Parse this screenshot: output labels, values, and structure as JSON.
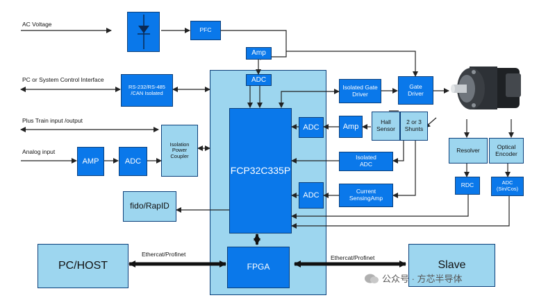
{
  "inputs": {
    "ac_voltage": "AC Voltage",
    "pc_interface": "PC or System Control Interface",
    "plus_train": "Plus Train input /output",
    "analog_input": "Analog input"
  },
  "blocks": {
    "rectifier": "",
    "pfc": "PFC",
    "amp_top": "Amp",
    "adc_top": "ADC",
    "rs232": "RS-232/RS-485 /CAN Isolated",
    "isolated_gate_driver": "Isolated Gate Driver",
    "gate_driver": "Gate Driver",
    "hall_sensor": "Hall Sensor",
    "shunts": "2 or 3 Shunts",
    "adc_left": "ADC",
    "amp_mid": "Amp",
    "isolation_coupler": "Isolation Power Coupler",
    "amp_analog": "AMP",
    "adc_analog": "ADC",
    "mcu": "FCP32C335P",
    "isolated_adc": "Isolated ADC",
    "adc_current": "ADC",
    "current_sensing_amp": "Current SensingAmp",
    "fido": "fido/RapID",
    "resolver": "Resolver",
    "optical_encoder": "Optical Encoder",
    "rdc": "RDC",
    "adc_sincos": "ADC (Sin/Cos)",
    "pc_host": "PC/HOST",
    "fpga": "FPGA",
    "slave": "Slave"
  },
  "links": {
    "ethercat_left": "Ethercat/Profinet",
    "ethercat_right": "Ethercat/Profinet"
  },
  "watermark": "公众号 · 方芯半导体",
  "colors": {
    "dark_block": "#0a78ea",
    "light_block": "#9dd6ef",
    "line": "#222222"
  }
}
